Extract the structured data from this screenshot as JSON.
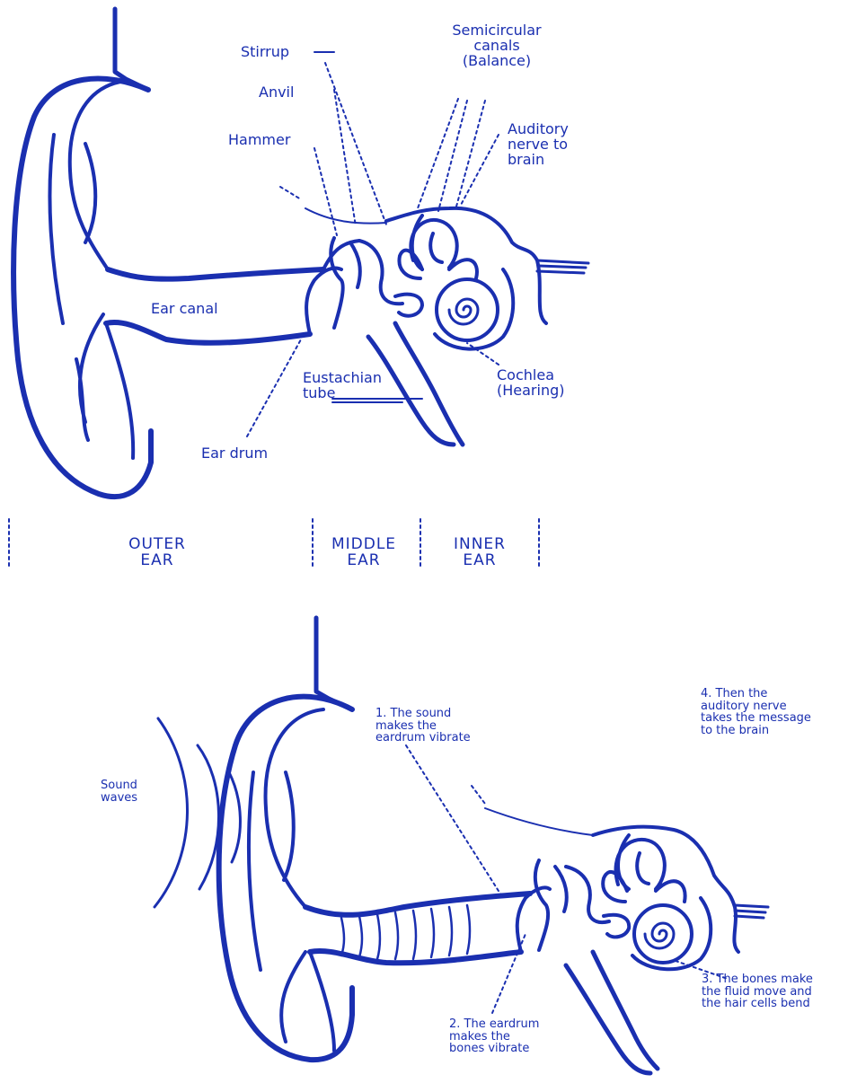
{
  "colors": {
    "ink": "#1a2fb0",
    "background": "#ffffff"
  },
  "diagram_top": {
    "labels": {
      "stirrup": "Stirrup",
      "anvil": "Anvil",
      "hammer": "Hammer",
      "semicircular_line1": "Semicircular",
      "semicircular_line2": "canals",
      "semicircular_line3": "(Balance)",
      "auditory_line1": "Auditory",
      "auditory_line2": "nerve to",
      "auditory_line3": "brain",
      "ear_canal": "Ear canal",
      "eustachian_line1": "Eustachian",
      "eustachian_line2": "tube",
      "cochlea_line1": "Cochlea",
      "cochlea_line2": "(Hearing)",
      "ear_drum": "Ear drum"
    },
    "sections": {
      "outer_line1": "OUTER",
      "outer_line2": "EAR",
      "middle_line1": "MIDDLE",
      "middle_line2": "EAR",
      "inner_line1": "INNER",
      "inner_line2": "EAR"
    }
  },
  "diagram_bottom": {
    "labels": {
      "sound_line1": "Sound",
      "sound_line2": "waves",
      "step1_line1": "1. The sound",
      "step1_line2": "makes the",
      "step1_line3": "eardrum vibrate",
      "step2_line1": "2. The eardrum",
      "step2_line2": "makes the",
      "step2_line3": "bones vibrate",
      "step3_line1": "3. The bones make",
      "step3_line2": "the fluid move and",
      "step3_line3": "the hair cells bend",
      "step4_line1": "4. Then the",
      "step4_line2": "auditory nerve",
      "step4_line3": "takes the message",
      "step4_line4": "to the brain"
    }
  }
}
